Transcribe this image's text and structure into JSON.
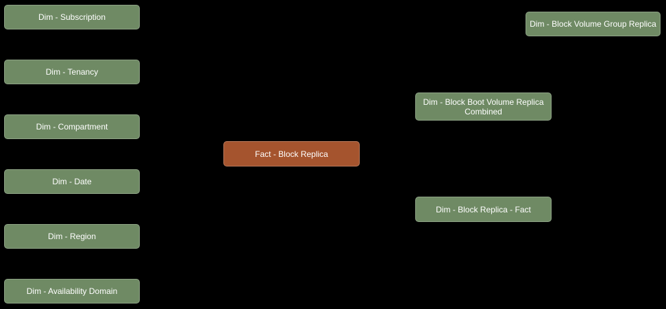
{
  "diagram": {
    "background_color": "#000000",
    "colors": {
      "dimension_fill": "#6f8a64",
      "fact_fill": "#a5542e",
      "label_text": "#ffffff"
    },
    "nodes": [
      {
        "label": "Dim - Subscription",
        "type": "dimension"
      },
      {
        "label": "Dim - Tenancy",
        "type": "dimension"
      },
      {
        "label": "Dim - Compartment",
        "type": "dimension"
      },
      {
        "label": "Dim - Date",
        "type": "dimension"
      },
      {
        "label": "Dim - Region",
        "type": "dimension"
      },
      {
        "label": "Dim - Availability Domain",
        "type": "dimension"
      },
      {
        "label": "Fact - Block Replica",
        "type": "fact"
      },
      {
        "label": "Dim - Block Volume Group Replica",
        "type": "dimension"
      },
      {
        "label": "Dim - Block Boot Volume Replica Combined",
        "type": "dimension"
      },
      {
        "label": "Dim - Block Replica - Fact",
        "type": "dimension"
      }
    ]
  }
}
